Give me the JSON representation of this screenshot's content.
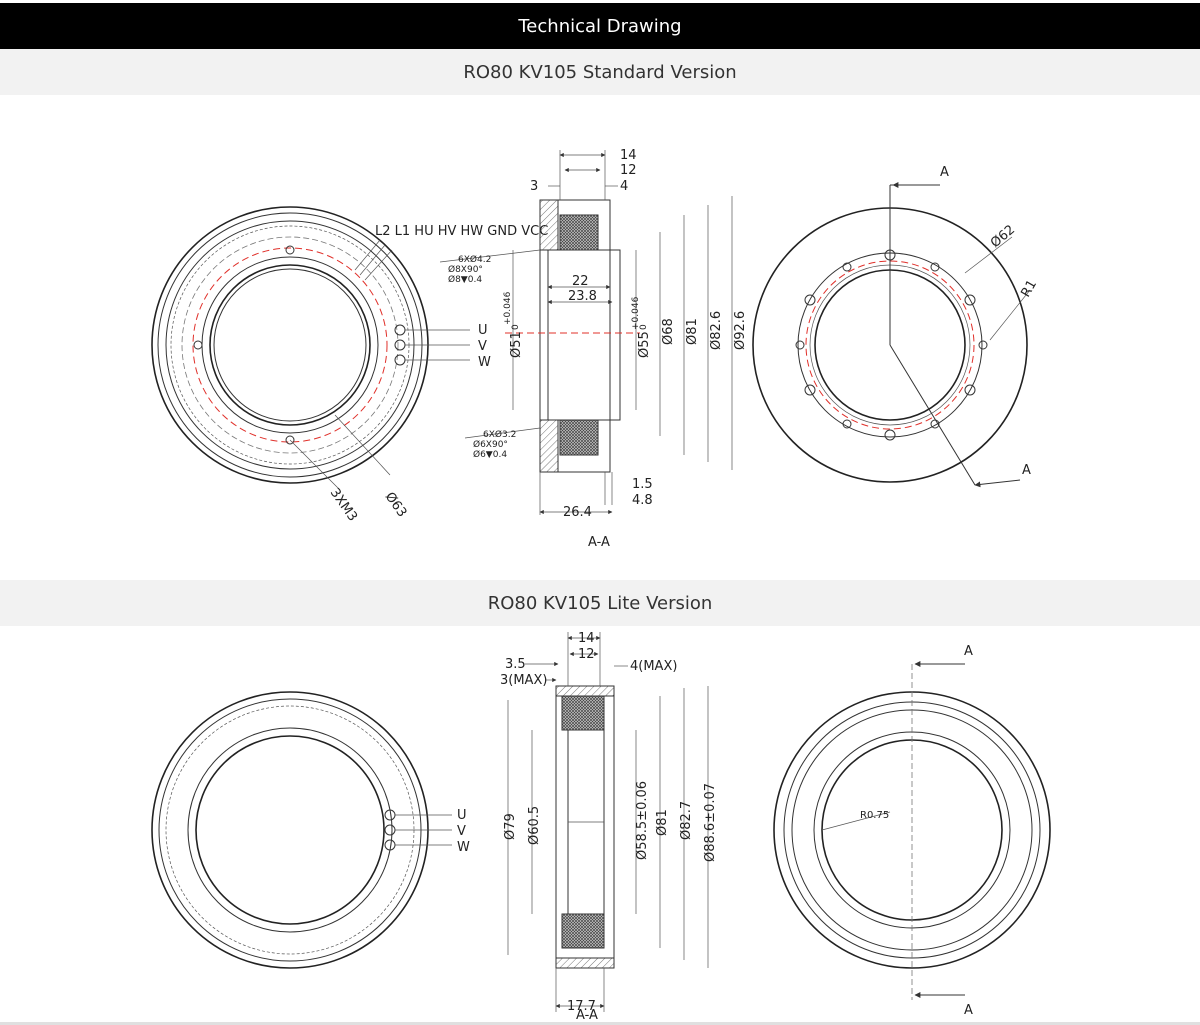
{
  "header": {
    "title": "Technical Drawing"
  },
  "standard": {
    "title": "RO80 KV105 Standard Version",
    "section_label": "A-A",
    "section_arrow_label": "A",
    "wire_labels": "L2 L1 HU HV HW GND VCC",
    "phase_labels": [
      "U",
      "V",
      "W"
    ],
    "dims": {
      "d14": "14",
      "d12": "12",
      "d3": "3",
      "d4": "4",
      "d22": "22",
      "d23_8": "23.8",
      "d51": "Ø51",
      "d51_tol_top": "+0.046",
      "d51_tol_bot": "0",
      "d55": "Ø55",
      "d55_tol_top": "+0.046",
      "d55_tol_bot": "0",
      "d68": "Ø68",
      "d81": "Ø81",
      "d82_6": "Ø82.6",
      "d92_6": "Ø92.6",
      "d1_5": "1.5",
      "d4_8": "4.8",
      "d26_4": "26.4",
      "d63": "Ø63",
      "d62": "Ø62",
      "r1": "R1",
      "thread": "3XM3",
      "note_top_1": "6XØ4.2",
      "note_top_2": "Ø8X90°",
      "note_top_3": "Ø8▼0.4",
      "note_bot_1": "6XØ3.2",
      "note_bot_2": "Ø6X90°",
      "note_bot_3": "Ø6▼0.4"
    }
  },
  "lite": {
    "title": "RO80 KV105 Lite Version",
    "section_label": "A-A",
    "section_arrow_label": "A",
    "phase_labels": [
      "U",
      "V",
      "W"
    ],
    "dims": {
      "d14": "14",
      "d12": "12",
      "d3_5": "3.5",
      "d3max": "3(MAX)",
      "d4max": "4(MAX)",
      "d79": "Ø79",
      "d60_5": "Ø60.5",
      "d58_5": "Ø58.5±0.06",
      "d81": "Ø81",
      "d82_7": "Ø82.7",
      "d88_6": "Ø88.6±0.07",
      "d17_7": "17.7",
      "r0_75": "R0.75"
    }
  }
}
